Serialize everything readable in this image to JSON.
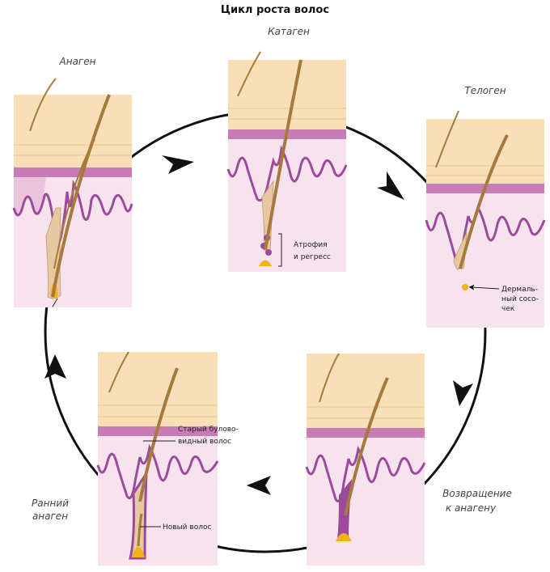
{
  "title": "Цикл роста волос",
  "stages": {
    "anagen": "Анаген",
    "catagen": "Катаген",
    "telogen": "Телоген",
    "return_l1": "Возвращение",
    "return_l2": "к анагену",
    "early_l1": "Ранний",
    "early_l2": "анаген"
  },
  "annotations": {
    "atrophy_l1": "Атрофия",
    "atrophy_l2": "и регресс",
    "papilla_l1": "Дермаль-",
    "papilla_l2": "ный сосо-",
    "papilla_l3": "чек",
    "old_hair_l1": "Старый булово-",
    "old_hair_l2": "видный волос",
    "new_hair": "Новый волос"
  },
  "colors": {
    "epidermis": "#f7dfb8",
    "dermis": "#f0d2e4",
    "dermis_light": "#f6e3ee",
    "membrane": "#9b4a9c",
    "hair": "#a77a3c",
    "bulb": "#f2b21a",
    "arrow": "#111111"
  }
}
